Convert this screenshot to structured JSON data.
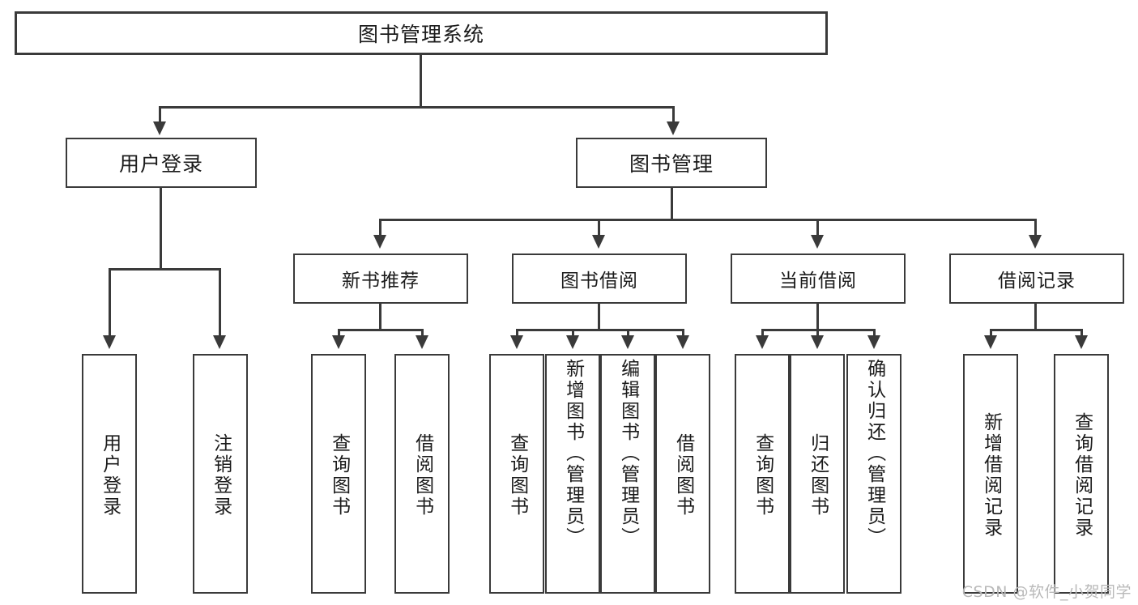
{
  "diagram": {
    "title": "图书管理系统",
    "type": "hierarchy-tree",
    "root": {
      "label": "图书管理系统"
    },
    "level1": [
      {
        "label": "用户登录"
      },
      {
        "label": "图书管理"
      }
    ],
    "level2": [
      {
        "label": "新书推荐"
      },
      {
        "label": "图书借阅"
      },
      {
        "label": "当前借阅"
      },
      {
        "label": "借阅记录"
      }
    ],
    "leaves": {
      "user_login": [
        {
          "label": "用户登录"
        },
        {
          "label": "注销登录"
        }
      ],
      "new_book_recommend": [
        {
          "label": "查询图书"
        },
        {
          "label": "借阅图书"
        }
      ],
      "book_borrow": [
        {
          "label": "查询图书"
        },
        {
          "label": "新增图书（管理员）"
        },
        {
          "label": "编辑图书（管理员）"
        },
        {
          "label": "借阅图书"
        }
      ],
      "current_borrow": [
        {
          "label": "查询图书"
        },
        {
          "label": "归还图书"
        },
        {
          "label": "确认归还（管理员）"
        }
      ],
      "borrow_records": [
        {
          "label": "新增借阅记录"
        },
        {
          "label": "查询借阅记录"
        }
      ]
    }
  },
  "watermark": {
    "text": "CSDN @软件_小贺同学"
  },
  "colors": {
    "stroke": "#3a3a3a",
    "background": "#ffffff",
    "text": "#1b1b1b",
    "watermark": "#b9b9b9"
  }
}
